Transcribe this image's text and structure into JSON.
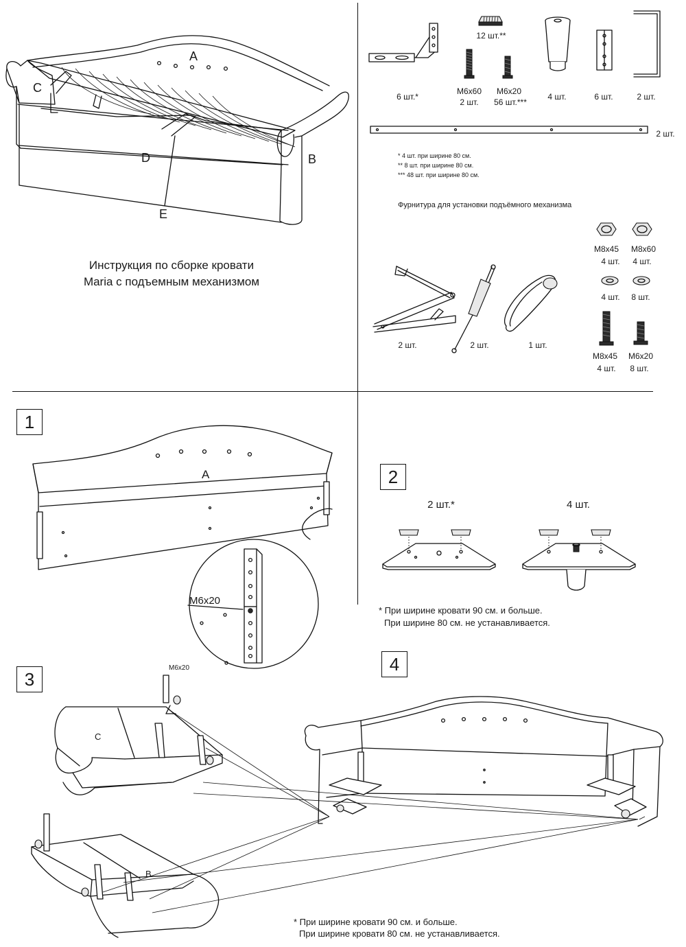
{
  "title": {
    "line1": "Инструкция по сборке кровати",
    "line2": "Maria с подъемным механизмом"
  },
  "overview_letters": {
    "a": "A",
    "b": "B",
    "c": "C",
    "d": "D",
    "e": "E"
  },
  "hardware": {
    "bracket_qty": "6 шт.*",
    "slat_holder_qty": "12 шт.**",
    "bolt_long_size": "М6х60",
    "bolt_long_qty": "2 шт.",
    "bolt_short_size": "М6х20",
    "bolt_short_qty": "56 шт.***",
    "leg_qty": "4 шт.",
    "plate_qty": "6 шт.",
    "ubar_qty": "2 шт.",
    "rail_qty": "2 шт.",
    "footnotes": [
      "* 4 шт. при ширине 80 см.",
      "** 8 шт. при ширине  80 см.",
      "*** 48 шт. при ширине  80 см."
    ]
  },
  "lift_kit": {
    "title": "Фурнитура для установки подъёмного механизма",
    "mechanism_qty": "2 шт.",
    "gas_spring_qty": "2 шт.",
    "strap_qty": "1 шт.",
    "nut_a_size": "M8x45",
    "nut_a_qty": "4 шт.",
    "nut_b_size": "M8x60",
    "nut_b_qty": "4 шт.",
    "washer_a_qty": "4 шт.",
    "washer_b_qty": "8 шт.",
    "bolt_a_size": "M8x45",
    "bolt_a_qty": "4 шт.",
    "bolt_b_size": "M6x20",
    "bolt_b_qty": "8 шт."
  },
  "steps": {
    "s1": {
      "number": "1",
      "panel_letter": "A",
      "callout_label": "M6x20"
    },
    "s2": {
      "number": "2",
      "left_qty": "2 шт.*",
      "right_qty": "4 шт.",
      "note_line1": "* При ширине кровати 90 см. и больше.",
      "note_line2": "При ширине 80 см. не устанавливается."
    },
    "s3": {
      "number": "3",
      "bolt_label": "M6x20",
      "letter_c": "C",
      "letter_b": "B"
    },
    "s4": {
      "number": "4",
      "note_line1": "* При ширине кровати 90 см. и больше.",
      "note_line2": "При ширине кровати 80 см. не устанавливается."
    }
  }
}
